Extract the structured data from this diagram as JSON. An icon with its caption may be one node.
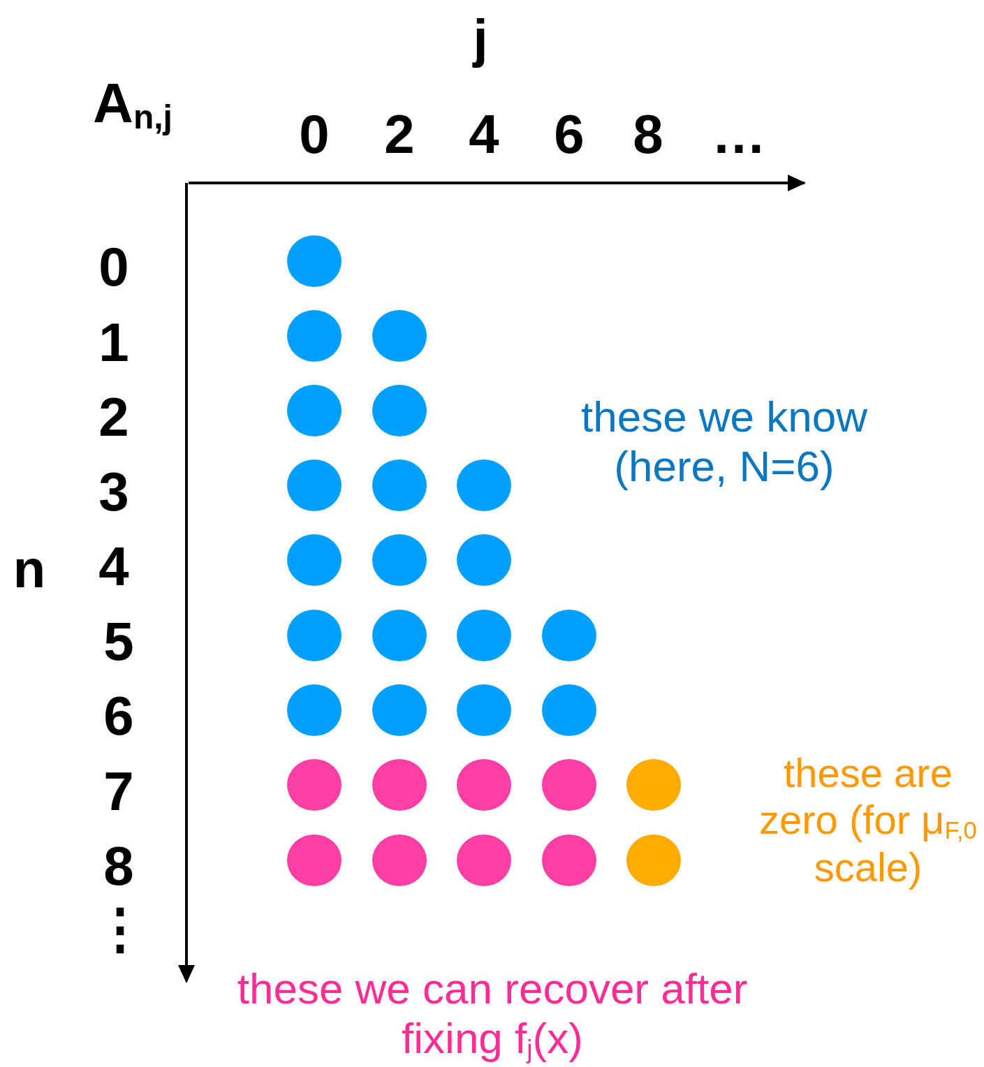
{
  "diagram": {
    "nodes": [
      {
        "text": [],
        "shape": "circle"
      },
      {
        "text": [],
        "shape": "circle"
      },
      {
        "text": [],
        "shape": "circle"
      },
      {
        "text": [],
        "shape": "circle"
      },
      {
        "text": [],
        "shape": "circle"
      },
      {
        "text": [],
        "shape": "circle"
      },
      {
        "text": [],
        "shape": "circle"
      },
      {
        "text": [],
        "shape": "circle"
      },
      {
        "text": [],
        "shape": "circle"
      },
      {
        "text": [],
        "shape": "circle"
      },
      {
        "text": [],
        "shape": "circle"
      },
      {
        "text": [],
        "shape": "circle"
      },
      {
        "text": [],
        "shape": "circle"
      },
      {
        "text": [],
        "shape": "circle"
      },
      {
        "text": [],
        "shape": "circle"
      },
      {
        "text": [],
        "shape": "circle"
      },
      {
        "text": [],
        "shape": "circle"
      },
      {
        "text": [],
        "shape": "circle"
      },
      {
        "text": [],
        "shape": "circle"
      },
      {
        "text": [],
        "shape": "circle"
      },
      {
        "text": [],
        "shape": "circle"
      },
      {
        "text": [],
        "shape": "circle"
      },
      {
        "text": [],
        "shape": "circle"
      },
      {
        "text": [],
        "shape": "circle"
      },
      {
        "text": [],
        "shape": "circle"
      },
      {
        "text": [],
        "shape": "circle"
      },
      {
        "text": [],
        "shape": "circle"
      },
      {
        "text": [],
        "shape": "circle"
      },
      {
        "text": [],
        "shape": "circle"
      }
    ],
    "labels": [
      "j",
      "A$_{n,j}$",
      "0",
      "2",
      "4",
      "6",
      "8",
      "…",
      "n",
      "0",
      "1",
      "2",
      "3",
      "4",
      "5",
      "6",
      "7",
      "8",
      "⋮",
      "these we know (here, N=6)",
      "these are zero (for μ$_{F,0}$ scale)",
      "these we can recover after fixing f$_{j}$(x)"
    ]
  }
}
